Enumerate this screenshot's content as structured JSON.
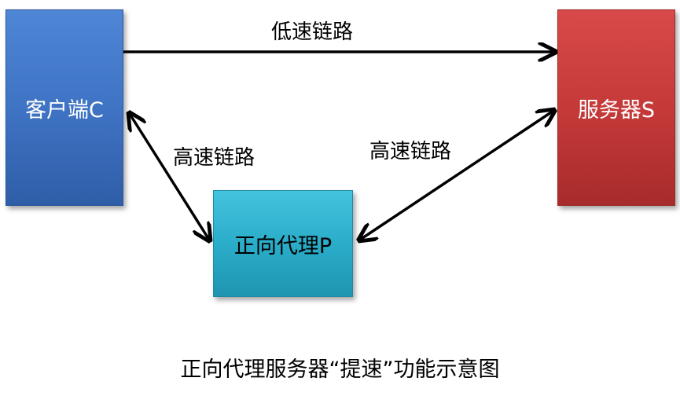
{
  "nodes": {
    "client": {
      "label": "客户端C",
      "color": "#3f73c4"
    },
    "server": {
      "label": "服务器S",
      "color": "#c53a39"
    },
    "proxy": {
      "label": "正向代理P",
      "color": "#2aadc9"
    }
  },
  "links": {
    "client_server": {
      "label": "低速链路",
      "direction": "client-to-server"
    },
    "client_proxy": {
      "label": "高速链路",
      "direction": "bidirectional"
    },
    "proxy_server": {
      "label": "高速链路",
      "direction": "bidirectional"
    }
  },
  "caption": "正向代理服务器“提速”功能示意图"
}
